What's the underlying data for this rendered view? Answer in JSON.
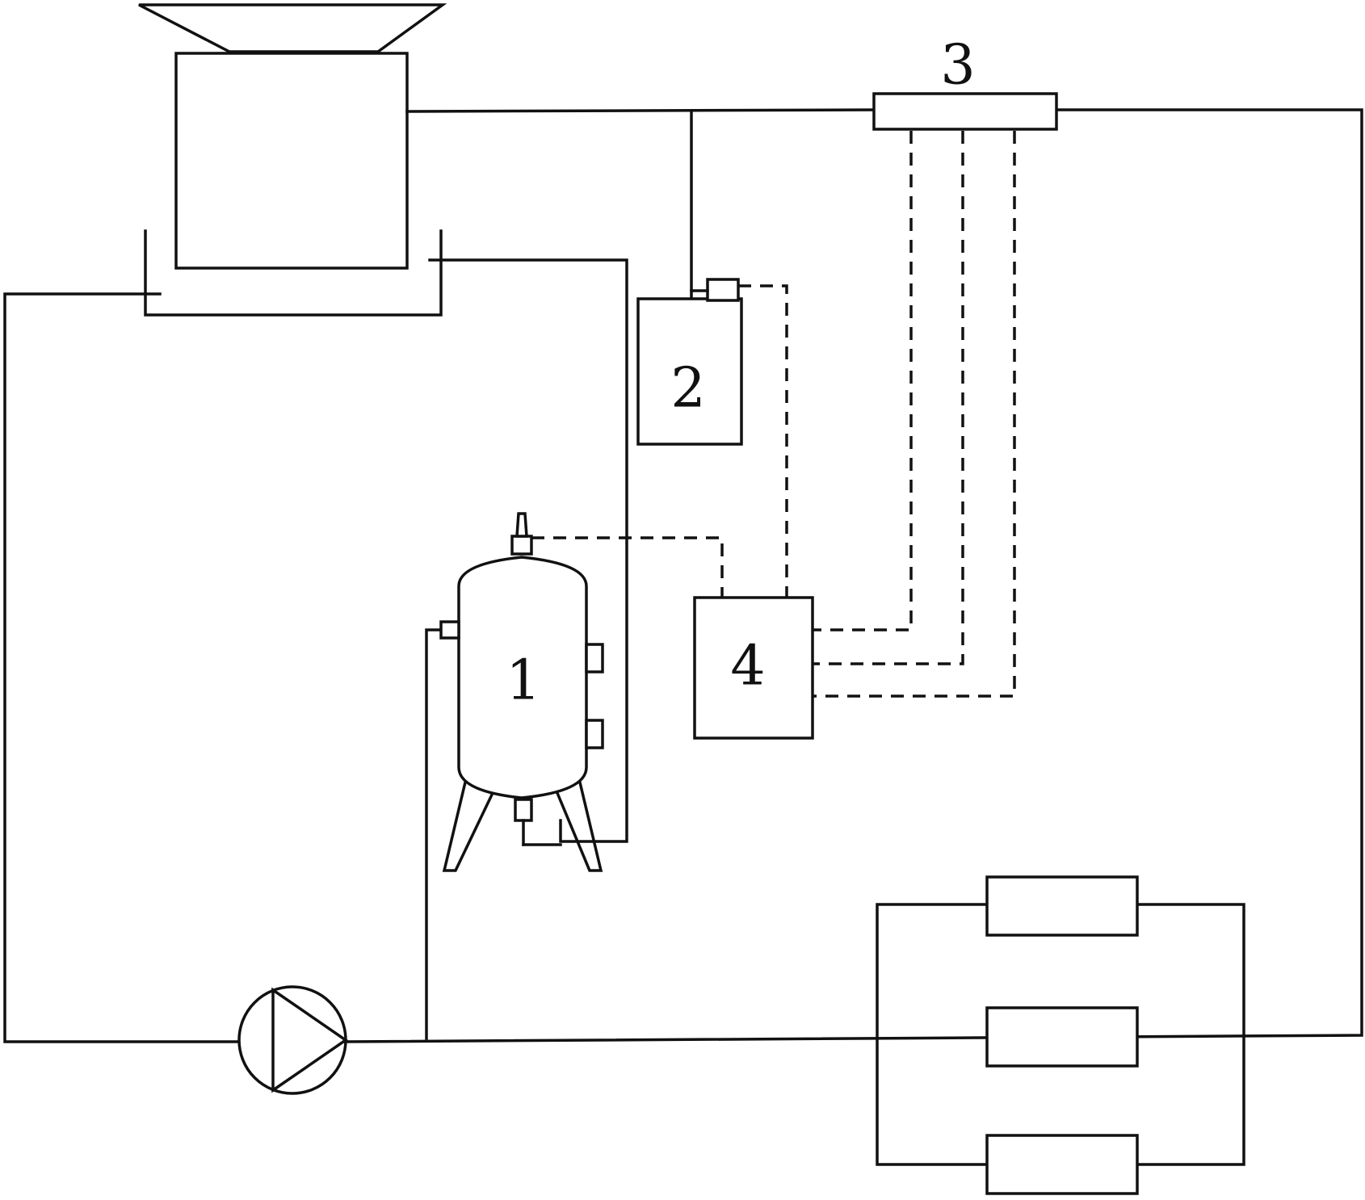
{
  "labels": {
    "tank": "1",
    "unit_2": "2",
    "unit_3": "3",
    "controller": "4"
  },
  "colors": {
    "line": "#111111",
    "background": "#ffffff"
  },
  "icons": {
    "pump": "pump-icon",
    "tank": "pressure-tank-icon"
  }
}
